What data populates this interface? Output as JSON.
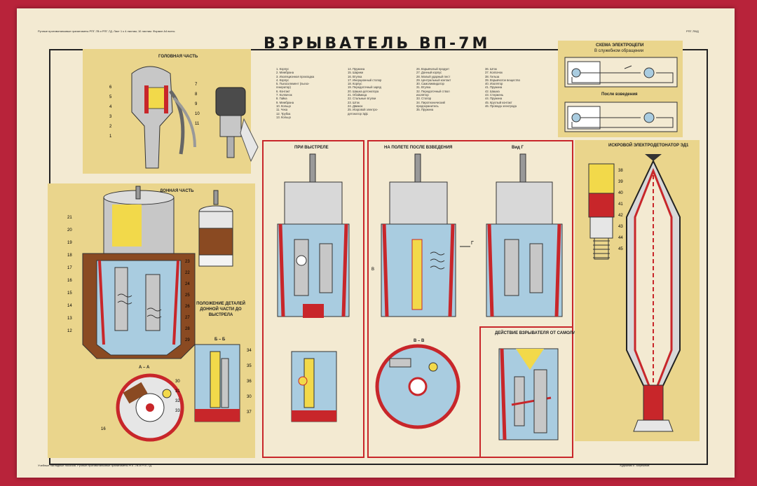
{
  "header": {
    "left_note": "Ручные противотанковые гранатометы РПГ-7В и РПГ-7Д. Лист 1 к 4 листам; 10 листам. Формат А4 всего.",
    "right_note": "РПГ-7В/Д",
    "title": "ВЗРЫВАТЕЛЬ ВП-7М"
  },
  "sections": {
    "head_part": "ГОЛОВНАЯ ЧАСТЬ",
    "bottom_part": "ДОННАЯ ЧАСТЬ",
    "section_aa": "А – А",
    "position_title": "ПОЛОЖЕНИЕ ДЕТАЛЕЙ ДОННОЙ ЧАСТИ ДО ВЫСТРЕЛА",
    "section_bb": "Б – Б",
    "section_vv": "В – В",
    "on_shot": "ПРИ ВЫСТРЕЛЕ",
    "in_flight": "НА ПОЛЕТЕ ПОСЛЕ ВЗВЕДЕНИЯ",
    "view_g": "Вид Г",
    "self_destruct": "ДЕЙСТВИЕ ВЗРЫВАТЕЛЯ ОТ САМОЛИКВИДАТОРА",
    "circuit_title": "СХЕМА ЭЛЕКТРОЦЕПИ",
    "circuit_state1": "В служебном обращении",
    "circuit_state2": "После взведения",
    "spark_title": "ИСКРОВОЙ ЭЛЕКТРОДЕТОНАТОР ЭД1"
  },
  "legend": {
    "col1": [
      "1. Корпус",
      "2. Мембрана",
      "3. Изоляционная прокладка",
      "4. Корпус",
      "5. Пьезоэлемент (пьезо-",
      "   генератор)",
      "6. Контакт",
      "7. Колпачок",
      "8. Гайка",
      "9. Мембрана",
      "10. Кольцо",
      "11. Чека",
      "12. Трубка",
      "13. Кольцо"
    ],
    "col2": [
      "14. Пружина",
      "15. Шарики",
      "16. Втулка",
      "17. Инерционный стопор",
      "18. Корпус",
      "19. Передаточный заряд",
      "20. Шашка детонатора",
      "21. Обоймица",
      "22. Стальные втулки",
      "23. Шток",
      "24. Движок",
      "25. Искровой электро-",
      "    детонатор ЭД1"
    ],
    "col3": [
      "26. Взрывчатый продукт",
      "27. Донный корпус",
      "28. Малый ударный пест",
      "29. Центральный контакт",
      "30. Самоликвидатор",
      "31. Втулка",
      "32. Передаточный ствол",
      "    изолятор",
      "33. Стопор",
      "34. Пиротехнический",
      "    предохранитель",
      "35. Пружина"
    ],
    "col4": [
      "36. Шток",
      "37. Колпачок",
      "38. Гильза",
      "39. Взрывчатое вещество",
      "40. Изолятор",
      "41. Пружина",
      "42. Шашка",
      "43. Стержень",
      "44. Пружина",
      "45. Круглый контакт",
      "46. Провода электрода"
    ]
  },
  "numbers": {
    "head_left": [
      "6",
      "5",
      "4",
      "3",
      "2",
      "1"
    ],
    "head_right": [
      "7",
      "8",
      "9",
      "10",
      "11"
    ],
    "bottom_left": [
      "21",
      "20",
      "19",
      "18",
      "17",
      "16",
      "15",
      "14",
      "13",
      "12"
    ],
    "bottom_right": [
      "23",
      "22",
      "24",
      "25",
      "26",
      "27",
      "28",
      "29"
    ],
    "section_aa": [
      "30",
      "31",
      "32",
      "33",
      "16"
    ],
    "section_bb": [
      "34",
      "35",
      "36",
      "30",
      "37"
    ],
    "spark": [
      "38",
      "39",
      "40",
      "41",
      "42",
      "43",
      "44",
      "45"
    ],
    "arrow_g": "Г",
    "arrow_v": "В"
  },
  "footer": {
    "left_note": "Учебные наглядные пособия. Ручные противотанковые гранатометы РПГ-7В и РПГ-7Д.",
    "right_note": "Художник Е. Бережнов"
  },
  "colors": {
    "paper": "#f3ead2",
    "panel_yellow": "#ead58c",
    "red_frame": "#c8262a",
    "blue_cut": "#a9cce0",
    "metal": "#c7c7c7",
    "copper": "#8a4a22",
    "explosive": "#f2d94a"
  }
}
